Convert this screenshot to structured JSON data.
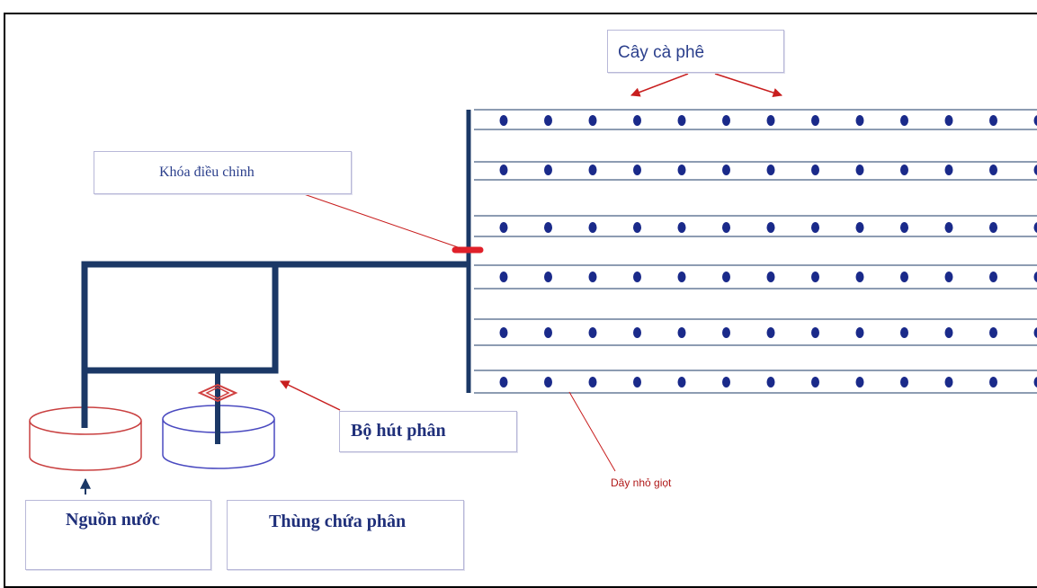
{
  "labels": {
    "coffee_trees": "Cây cà phê",
    "control_valve": "Khóa điều chỉnh",
    "fertilizer_pump": "Bộ hút phân",
    "water_source": "Nguồn nước",
    "fertilizer_tank": "Thùng chứa phân",
    "drip_line": "Dây nhỏ giọt"
  },
  "field": {
    "rows": 6,
    "plants_per_row": 13
  },
  "colors": {
    "pipe": "#1b3866",
    "plant": "#1a2a8a",
    "annotation_arrow": "#c81e1e",
    "valve": "#e0202a",
    "water_tank": "#c94040",
    "fertilizer_tank": "#4a4ac0",
    "label_text": "#2b3f8c",
    "drip_label": "#b01818"
  },
  "icons": {
    "pump_symbol": "diamond-icon",
    "inlet_arrow": "arrow-up-icon"
  }
}
